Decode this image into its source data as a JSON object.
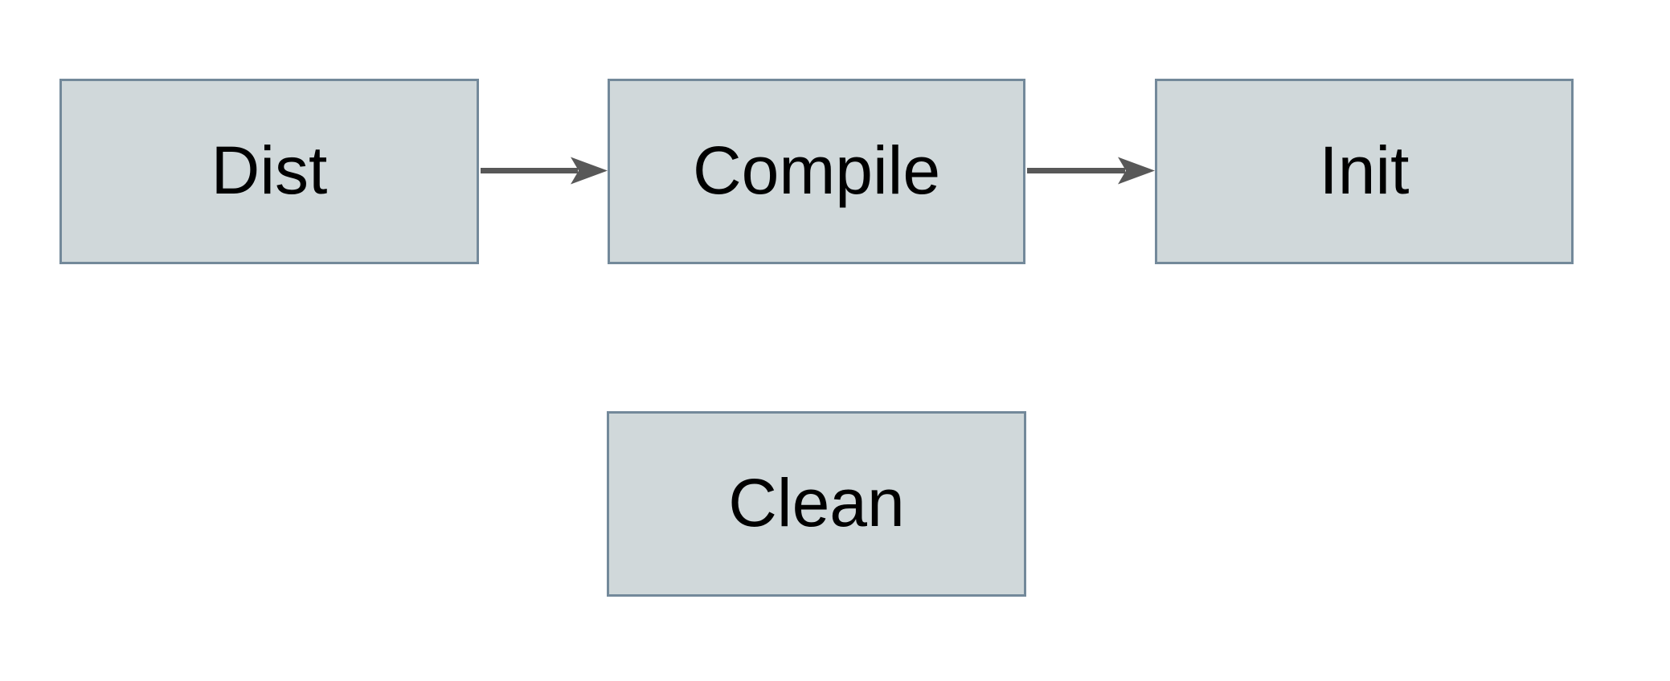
{
  "diagram": {
    "type": "flowchart",
    "nodes": [
      {
        "id": "dist",
        "label": "Dist"
      },
      {
        "id": "compile",
        "label": "Compile"
      },
      {
        "id": "init",
        "label": "Init"
      },
      {
        "id": "clean",
        "label": "Clean"
      }
    ],
    "edges": [
      {
        "from": "Dist",
        "to": "Compile",
        "style": "solid-arrow"
      },
      {
        "from": "Compile",
        "to": "Init",
        "style": "solid-arrow"
      }
    ],
    "colors": {
      "canvas_background": "#ffffff",
      "node_fill": "#d0d8da",
      "node_border": "#73899a",
      "arrow": "#585858",
      "label_text": "#000000"
    }
  }
}
